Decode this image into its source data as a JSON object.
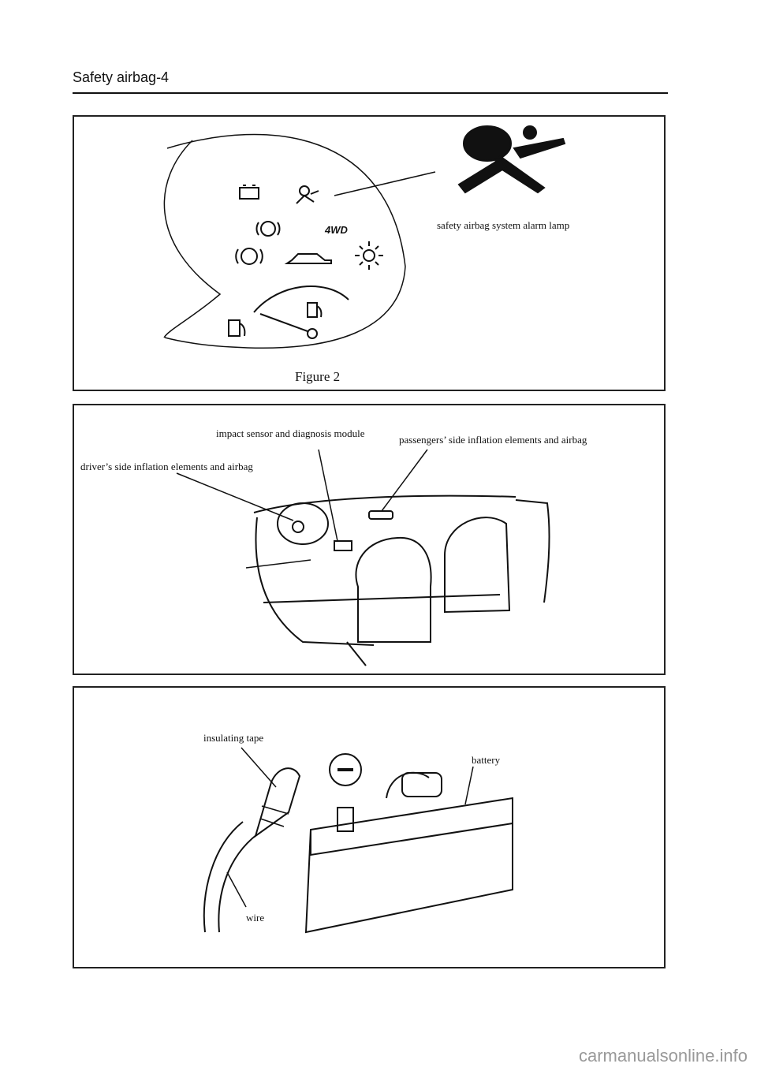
{
  "header": {
    "title": "Safety airbag-4"
  },
  "figure1": {
    "label_lamp": "safety airbag system alarm lamp",
    "caption": "Figure 2",
    "icon_4wd": "4WD"
  },
  "figure2": {
    "label_sensor": "impact sensor and diagnosis module",
    "label_passenger": "passengers’ side inflation elements and airbag",
    "label_driver": "driver’s side inflation elements and airbag"
  },
  "figure3": {
    "label_tape": "insulating tape",
    "label_battery": "battery",
    "label_wire": "wire"
  },
  "footer": {
    "watermark": "carmanualsonline.info"
  }
}
